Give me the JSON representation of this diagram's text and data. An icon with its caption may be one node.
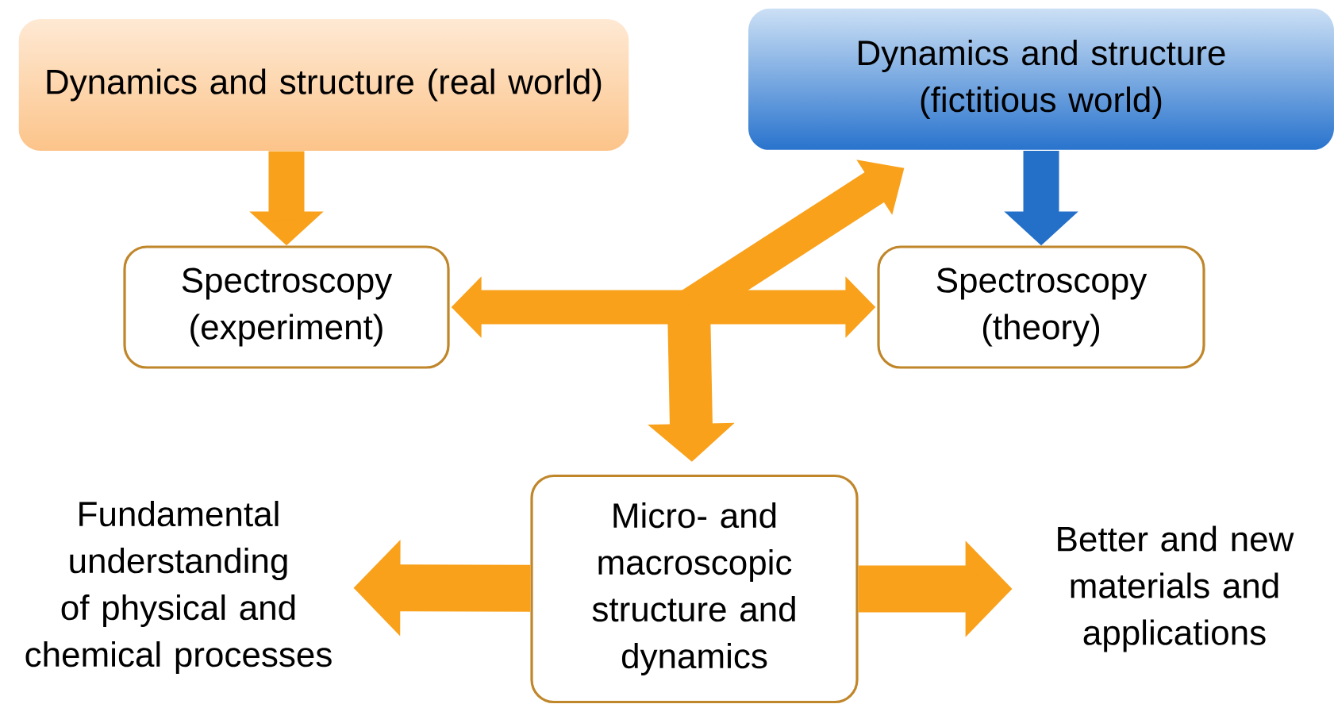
{
  "diagram": {
    "nodes": [
      {
        "text": [
          "Dynamics and structure (real world)"
        ]
      },
      {
        "text": [
          "Dynamics and structure (fictitious world)"
        ]
      },
      {
        "text": [
          "Spectroscopy (experiment)"
        ]
      },
      {
        "text": [
          "Spectroscopy (theory)"
        ]
      },
      {
        "text": [
          "Micro- and macroscopic structure and dynamics"
        ]
      },
      {
        "text": [
          "Fundamental understanding of physical and chemical processes"
        ]
      },
      {
        "text": [
          "Better and new materials and applications"
        ]
      }
    ],
    "edges": [
      {
        "from": 0,
        "to": 2,
        "arrow": "to"
      },
      {
        "from": 1,
        "to": 3,
        "arrow": "to",
        "color": "#2470c8"
      },
      {
        "from": null,
        "to": 2,
        "arrow": "to"
      },
      {
        "from": null,
        "to": 1,
        "arrow": "to"
      },
      {
        "from": null,
        "to": 3,
        "arrow": "to"
      },
      {
        "from": null,
        "to": 4,
        "arrow": "to"
      },
      {
        "from": 4,
        "to": 5,
        "arrow": "to"
      },
      {
        "from": 4,
        "to": 6,
        "arrow": "to"
      }
    ]
  }
}
